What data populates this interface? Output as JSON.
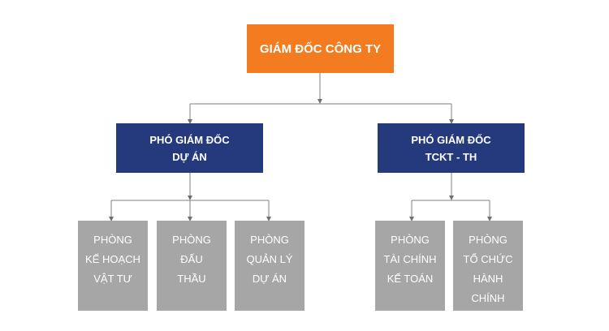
{
  "chart": {
    "root": {
      "label": "GIÁM ĐỐC CÔNG TY"
    },
    "deputies": [
      {
        "lines": [
          "PHÓ GIÁM ĐỐC",
          "DỰ ÁN"
        ]
      },
      {
        "lines": [
          "PHÓ GIÁM ĐỐC",
          "TCKT - TH"
        ]
      }
    ],
    "departments_left": [
      {
        "lines": [
          "PHÒNG",
          "KẾ HOẠCH",
          "VẬT TƯ"
        ]
      },
      {
        "lines": [
          "PHÒNG",
          "ĐẤU",
          "THẦU"
        ]
      },
      {
        "lines": [
          "PHÒNG",
          "QUẢN LÝ",
          "DỰ ÁN"
        ]
      }
    ],
    "departments_right": [
      {
        "lines": [
          "PHÒNG",
          "TÀI CHÍNH",
          "KẾ TOÁN"
        ]
      },
      {
        "lines": [
          "PHÒNG",
          "TỔ CHỨC",
          "HÀNH",
          "CHÍNH"
        ]
      }
    ]
  },
  "colors": {
    "root_fill": "#f47c20",
    "deputy_fill": "#243a7c",
    "department_fill": "#a6a6a6",
    "connector": "#7f7f7f"
  }
}
